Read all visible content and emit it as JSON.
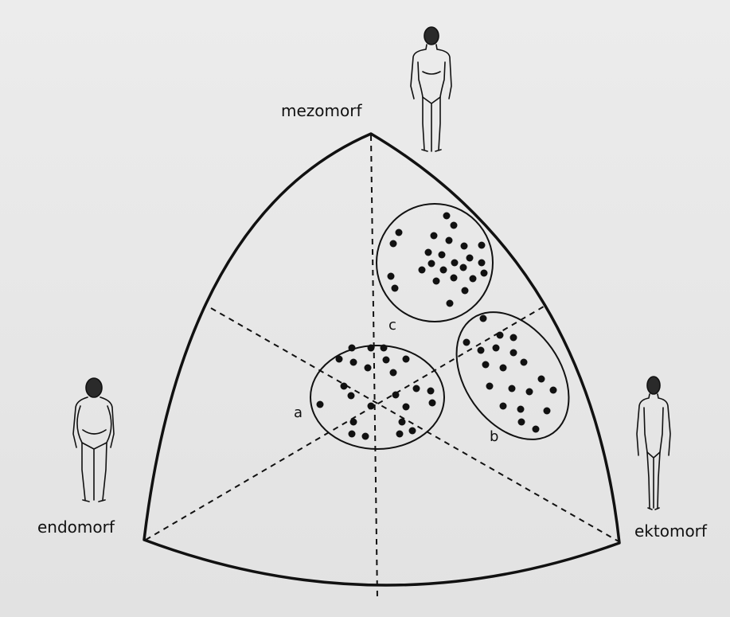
{
  "diagram": {
    "vertices": {
      "top": "mezomorf",
      "left": "endomorf",
      "right": "ektomorf"
    },
    "groups": [
      {
        "label": "a"
      },
      {
        "label": "b"
      },
      {
        "label": "c"
      }
    ]
  },
  "colors": {
    "ink": "#111111",
    "paper": "#e9e9e9"
  }
}
